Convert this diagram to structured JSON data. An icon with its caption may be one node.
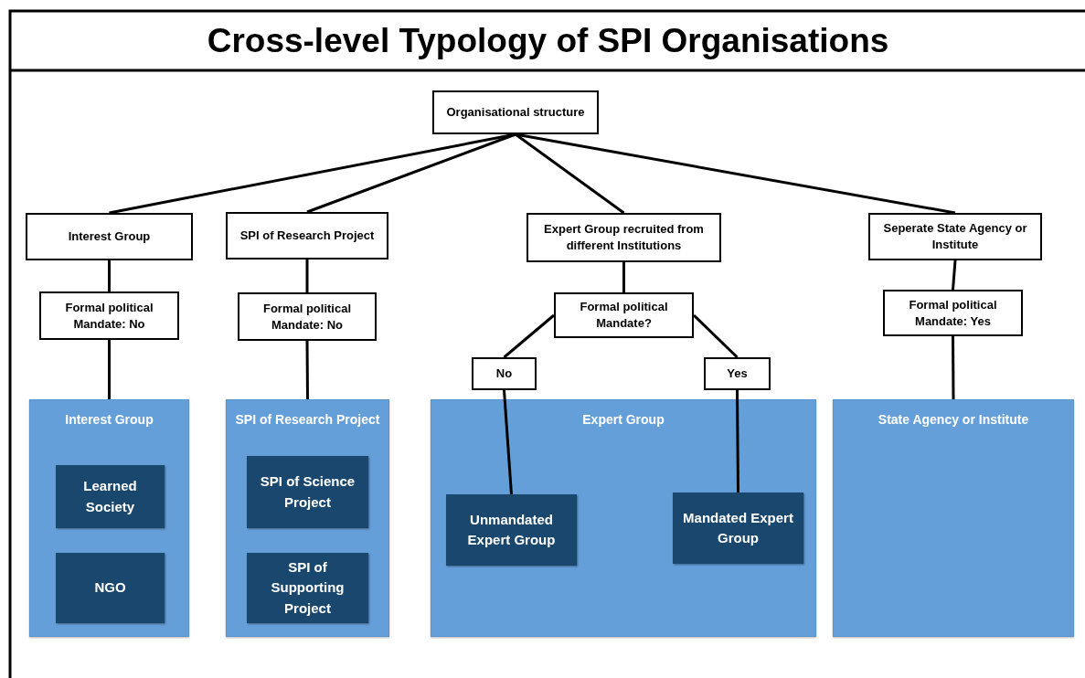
{
  "diagram": {
    "title": "Cross-level Typology of SPI Organisations",
    "nodes": [
      {
        "text": [
          "Organisational structure"
        ]
      },
      {
        "text": [
          "Interest Group"
        ]
      },
      {
        "text": [
          "SPI of Research Project"
        ]
      },
      {
        "text": [
          "Expert Group recruited from different Institutions"
        ]
      },
      {
        "text": [
          "Seperate State Agency or Institute"
        ]
      },
      {
        "text": [
          "Formal political Mandate: No"
        ]
      },
      {
        "text": [
          "Formal political Mandate: No"
        ]
      },
      {
        "text": [
          "Formal political Mandate?"
        ]
      },
      {
        "text": [
          "Formal political Mandate: Yes"
        ]
      },
      {
        "text": [
          "No"
        ]
      },
      {
        "text": [
          "Yes"
        ]
      },
      {
        "text": [
          "Interest Group"
        ]
      },
      {
        "text": [
          "Learned Society"
        ],
        "in": 11
      },
      {
        "text": [
          "NGO"
        ],
        "in": 11
      },
      {
        "text": [
          "SPI of Research Project"
        ]
      },
      {
        "text": [
          "SPI of Science Project"
        ],
        "in": 14
      },
      {
        "text": [
          "SPI of Supporting Project"
        ],
        "in": 14
      },
      {
        "text": [
          "Expert Group"
        ]
      },
      {
        "text": [
          "Unmandated Expert Group"
        ],
        "in": 17
      },
      {
        "text": [
          "Mandated Expert Group"
        ],
        "in": 17
      },
      {
        "text": [
          "State Agency or Institute"
        ]
      }
    ],
    "edges": [
      {
        "from": 0,
        "to": 1,
        "arrow": "none"
      },
      {
        "from": 0,
        "to": 2,
        "arrow": "none"
      },
      {
        "from": 0,
        "to": 3,
        "arrow": "none"
      },
      {
        "from": 0,
        "to": 4,
        "arrow": "none"
      },
      {
        "from": 1,
        "to": 5,
        "arrow": "none"
      },
      {
        "from": 2,
        "to": 6,
        "arrow": "none"
      },
      {
        "from": 3,
        "to": 7,
        "arrow": "none"
      },
      {
        "from": 4,
        "to": 8,
        "arrow": "none"
      },
      {
        "from": 5,
        "to": 11,
        "arrow": "none"
      },
      {
        "from": 6,
        "to": 14,
        "arrow": "none"
      },
      {
        "from": 7,
        "to": 9,
        "arrow": "none"
      },
      {
        "from": 7,
        "to": 10,
        "arrow": "none"
      },
      {
        "from": 9,
        "to": 18,
        "arrow": "none"
      },
      {
        "from": 10,
        "to": 19,
        "arrow": "none"
      },
      {
        "from": 8,
        "to": 20,
        "arrow": "none"
      }
    ]
  }
}
